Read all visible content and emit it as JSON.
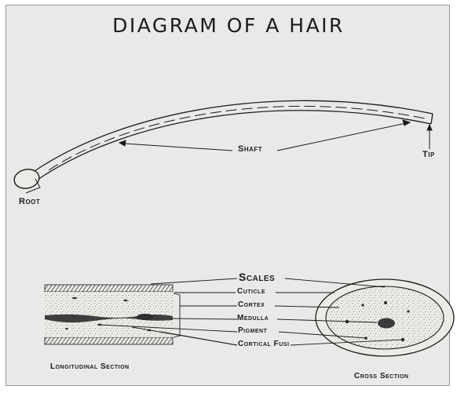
{
  "title": "DIAGRAM OF A HAIR",
  "hair_labels": {
    "shaft": "Shaft",
    "tip": "Tip",
    "root": "Root"
  },
  "section_labels": {
    "scales": "Scales",
    "cuticle": "Cuticle",
    "cortex": "Cortex",
    "medulla": "Medulla",
    "pigment": "Pigment",
    "cortical_fusi": "Cortical Fusi"
  },
  "captions": {
    "longitudinal": "Longitudinal Section",
    "cross": "Cross Section"
  },
  "colors": {
    "ink": "#1b1b1b",
    "paper": "#e9e9e7"
  }
}
